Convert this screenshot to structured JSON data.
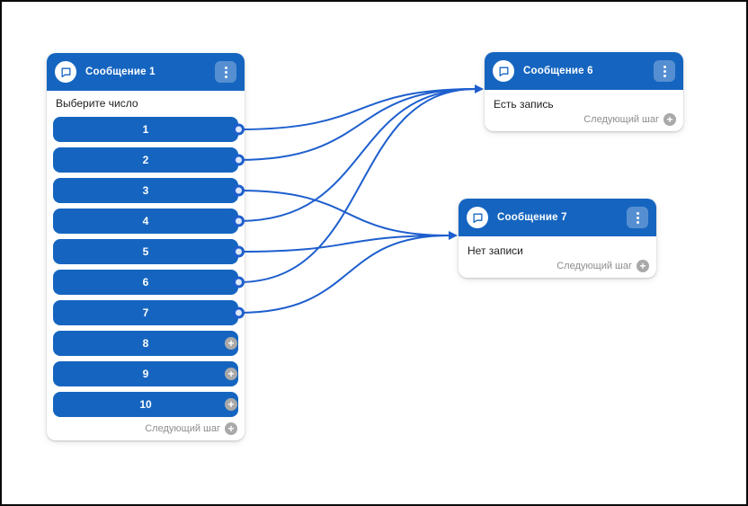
{
  "app": {
    "accent_color": "#1565c0",
    "edge_color": "#1e5fce"
  },
  "icons": {
    "plus_glyph": "+",
    "message_icon": "chat-icon",
    "menu_icon": "kebab-menu-icon"
  },
  "cards": {
    "message1": {
      "title": "Сообщение 1",
      "prompt": "Выберите число",
      "buttons": [
        {
          "label": "1",
          "connected": true
        },
        {
          "label": "2",
          "connected": true
        },
        {
          "label": "3",
          "connected": true
        },
        {
          "label": "4",
          "connected": true
        },
        {
          "label": "5",
          "connected": true
        },
        {
          "label": "6",
          "connected": true
        },
        {
          "label": "7",
          "connected": true
        },
        {
          "label": "8",
          "connected": false
        },
        {
          "label": "9",
          "connected": false
        },
        {
          "label": "10",
          "connected": false
        }
      ],
      "next_step_label": "Следующий шаг"
    },
    "message6": {
      "title": "Сообщение 6",
      "body": "Есть запись",
      "next_step_label": "Следующий шаг"
    },
    "message7": {
      "title": "Сообщение 7",
      "body": "Нет записи",
      "next_step_label": "Следующий шаг"
    }
  },
  "connections": [
    {
      "from": "button-1",
      "to": "message6"
    },
    {
      "from": "button-2",
      "to": "message6"
    },
    {
      "from": "button-3",
      "to": "message7"
    },
    {
      "from": "button-4",
      "to": "message6"
    },
    {
      "from": "button-5",
      "to": "message7"
    },
    {
      "from": "button-6",
      "to": "message6"
    },
    {
      "from": "button-7",
      "to": "message7"
    }
  ]
}
